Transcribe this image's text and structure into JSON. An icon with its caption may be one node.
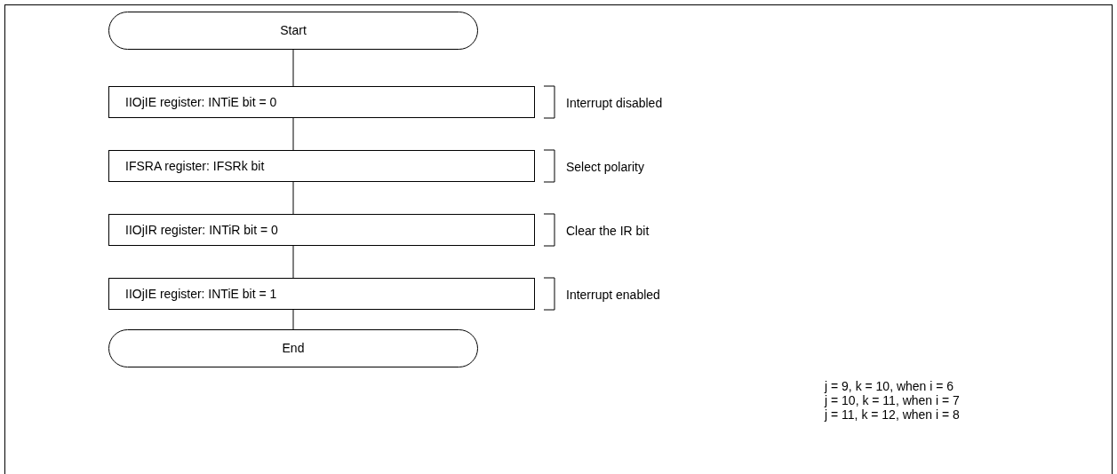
{
  "diagram": {
    "nodes": [
      {
        "text": [
          "Start"
        ]
      },
      {
        "text": [
          "IIOjIE register: INTiE bit = 0"
        ],
        "beside": [
          "Interrupt disabled"
        ]
      },
      {
        "text": [
          "IFSRA register: IFSRk bit"
        ],
        "beside": [
          "Select polarity"
        ]
      },
      {
        "text": [
          "IIOjIR register: INTiR bit = 0"
        ],
        "beside": [
          "Clear the IR bit"
        ]
      },
      {
        "text": [
          "IIOjIE register: INTiE bit = 1"
        ],
        "beside": [
          "Interrupt enabled"
        ]
      },
      {
        "text": [
          "End"
        ]
      }
    ],
    "edges": [
      {
        "from": 0,
        "to": 1,
        "arrow": "none"
      },
      {
        "from": 1,
        "to": 2,
        "arrow": "none"
      },
      {
        "from": 2,
        "to": 3,
        "arrow": "none"
      },
      {
        "from": 3,
        "to": 4,
        "arrow": "none"
      },
      {
        "from": 4,
        "to": 5,
        "arrow": "none"
      }
    ],
    "labels": [
      "j = 9, k = 10, when i = 6",
      "j = 10, k = 11, when i = 7",
      "j = 11, k = 12, when i = 8"
    ]
  }
}
